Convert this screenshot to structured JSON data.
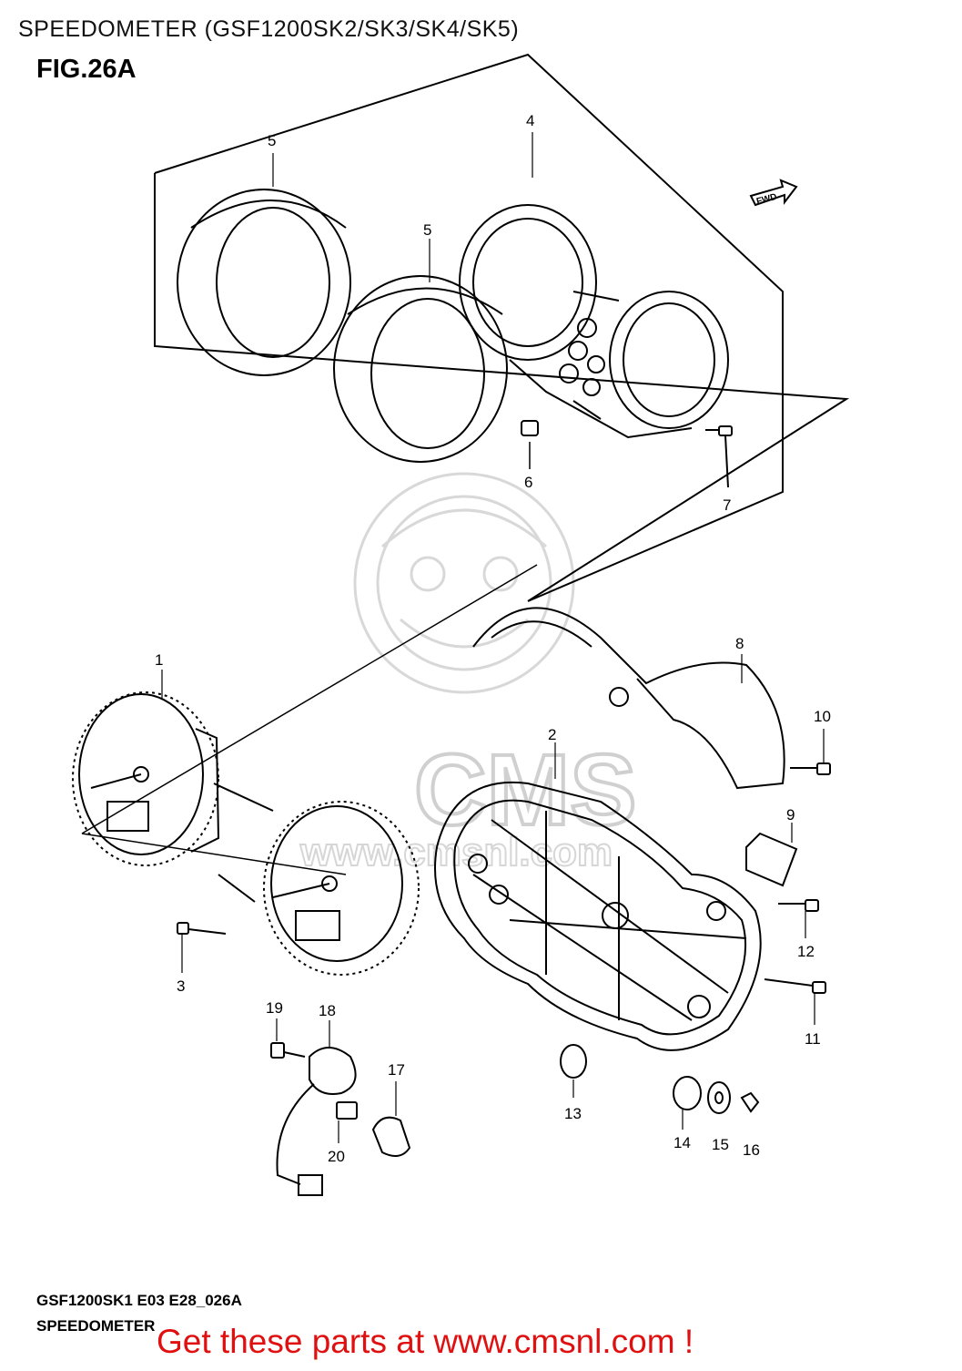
{
  "header_title": "SPEEDOMETER (GSF1200SK2/SK3/SK4/SK5)",
  "figure_id": "FIG.26A",
  "fwd_label": "FWD",
  "watermark_text": "CMS",
  "watermark_url": "www.cmsnl.com",
  "footer_code": "GSF1200SK1 E03 E28_026A",
  "footer_name": "SPEEDOMETER",
  "banner_text": "Get these parts at www.cmsnl.com !",
  "colors": {
    "banner": "#e01010",
    "line": "#000000",
    "watermark": "#c8c8c8"
  },
  "callouts": [
    "1",
    "2",
    "3",
    "4",
    "5",
    "5",
    "6",
    "7",
    "8",
    "9",
    "10",
    "11",
    "12",
    "13",
    "14",
    "15",
    "16",
    "17",
    "18",
    "19",
    "20"
  ]
}
